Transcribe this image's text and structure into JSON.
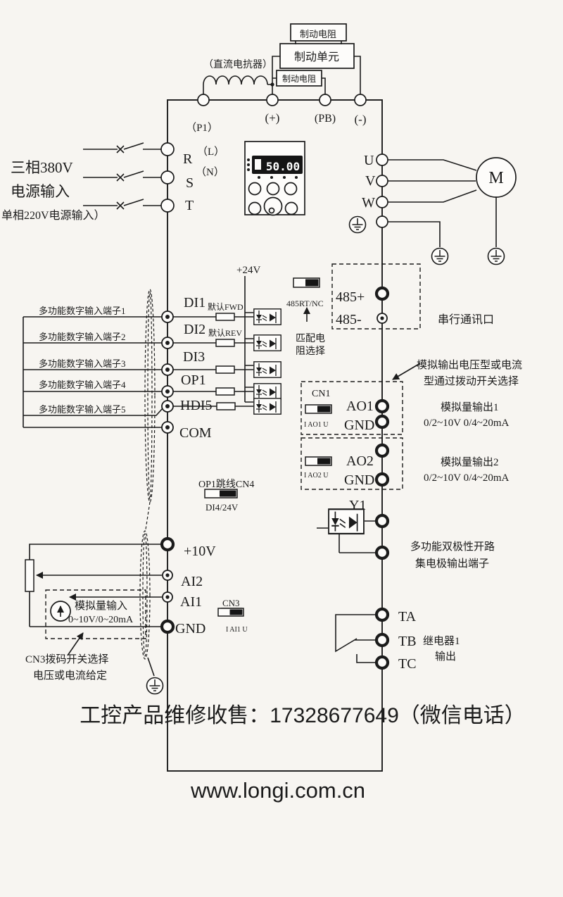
{
  "colors": {
    "background": "#f7f5f1",
    "line": "#1b1b1b",
    "accent_red": "#e23c2d"
  },
  "top": {
    "brake_resistor_top": "制动电阻",
    "brake_unit": "制动单元",
    "brake_resistor_mid": "制动电阻",
    "dc_reactor": "（直流电抗器）",
    "p1": "（P1）",
    "plus": "(+)",
    "pb": "(PB)",
    "minus": "(-)"
  },
  "power": {
    "line1": "三相380V",
    "line2": "电源输入",
    "line3": "单相220V电源输入）",
    "r": "R",
    "l": "（L）",
    "s": "S",
    "n": "（N）",
    "t": "T"
  },
  "keypad": {
    "display": "50.00"
  },
  "output": {
    "u": "U",
    "v": "V",
    "w": "W",
    "motor": "M"
  },
  "di": {
    "v24": "+24V",
    "labels": [
      "多功能数字输入端子1",
      "多功能数字输入端子2",
      "多功能数字输入端子3",
      "多功能数字输入端子4",
      "多功能数字输入端子5"
    ],
    "di1": "DI1",
    "di2": "DI2",
    "di3": "DI3",
    "op1": "OP1",
    "hdi5": "HDI5",
    "com": "COM",
    "di1_note": "默认FWD",
    "di2_note": "默认REV"
  },
  "comm": {
    "rt_switch": "485RT/NC",
    "match1": "匹配电",
    "match2": "阻选择",
    "p485": "485+",
    "n485": "485-",
    "serial_label": "串行通讯口"
  },
  "ao": {
    "note1": "模拟输出电压型或电流",
    "note2": "型通过拨动开关选择",
    "cn1": "CN1",
    "ao1": "AO1",
    "gnd1": "GND",
    "sw1": "I AO1 U",
    "desc1a": "模拟量输出1",
    "desc1b": "0/2~10V  0/4~20mA",
    "ao2": "AO2",
    "gnd2": "GND",
    "sw2": "I AO2 U",
    "desc2a": "模拟量输出2",
    "desc2b": "0/2~10V  0/4~20mA"
  },
  "op1_jumper": {
    "title": "OP1跳线CN4",
    "sub": "DI4/24V"
  },
  "y1": {
    "label": "Y1",
    "desc1": "多功能双极性开路",
    "desc2": "集电极输出端子"
  },
  "ai": {
    "v10": "+10V",
    "ai2": "AI2",
    "ai1": "AI1",
    "gnd": "GND",
    "cn3": "CN3",
    "cn3_sw": "I AI1 U",
    "box1": "模拟量输入",
    "box2": "0~10V/0~20mA",
    "note1": "CN3拨码开关选择",
    "note2": "电压或电流给定"
  },
  "relay": {
    "ta": "TA",
    "tb": "TB",
    "tc": "TC",
    "desc1": "继电器1",
    "desc2": "输出"
  },
  "footer": {
    "contact": "工控产品维修收售：17328677649（微信电话）",
    "website": "www.longi.com.cn",
    "color": "#e23c2d"
  }
}
